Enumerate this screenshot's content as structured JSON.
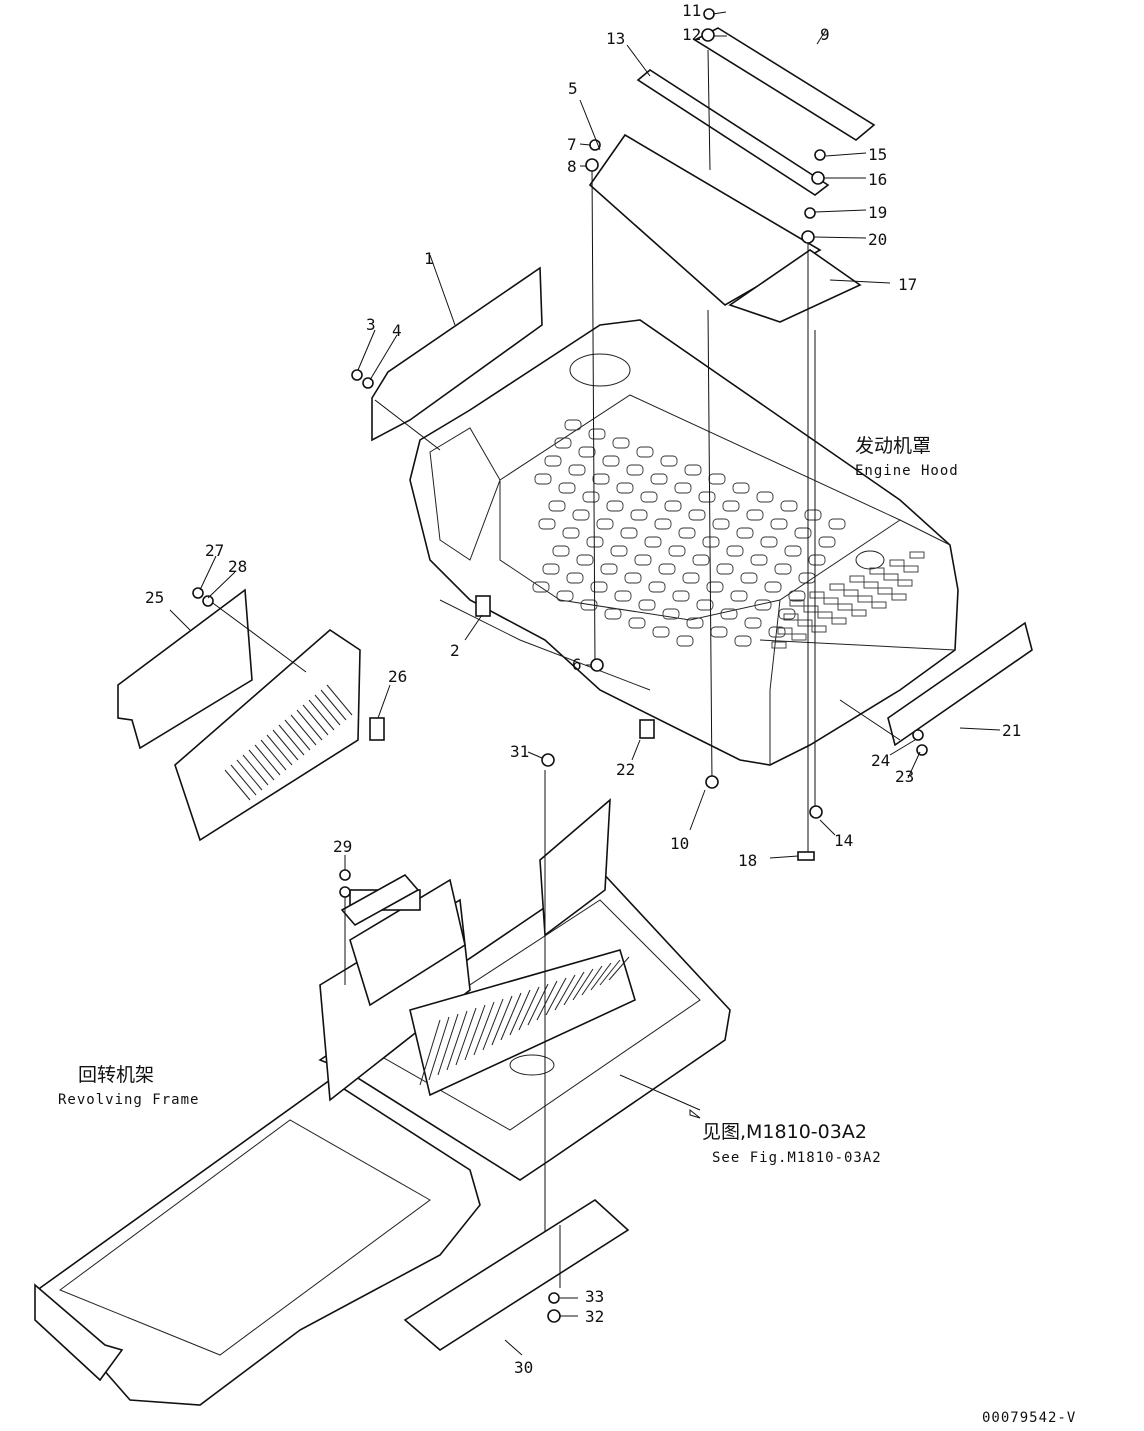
{
  "labels": {
    "engine_hood_cn": "发动机罩",
    "engine_hood_en": "Engine Hood",
    "revolving_frame_cn": "回转机架",
    "revolving_frame_en": "Revolving Frame",
    "see_fig_cn": "见图,M1810-03A2",
    "see_fig_en": "See Fig.M1810-03A2",
    "drawing_code": "00079542-V"
  },
  "callouts": {
    "p1": "1",
    "p2": "2",
    "p3": "3",
    "p4": "4",
    "p5": "5",
    "p6": "6",
    "p7": "7",
    "p8": "8",
    "p9": "9",
    "p10": "10",
    "p11": "11",
    "p12": "12",
    "p13": "13",
    "p14": "14",
    "p15": "15",
    "p16": "16",
    "p17": "17",
    "p18": "18",
    "p19": "19",
    "p20": "20",
    "p21": "21",
    "p22": "22",
    "p23": "23",
    "p24": "24",
    "p25": "25",
    "p26": "26",
    "p27": "27",
    "p28": "28",
    "p29": "29",
    "p30": "30",
    "p31": "31",
    "p32": "32",
    "p33": "33"
  }
}
